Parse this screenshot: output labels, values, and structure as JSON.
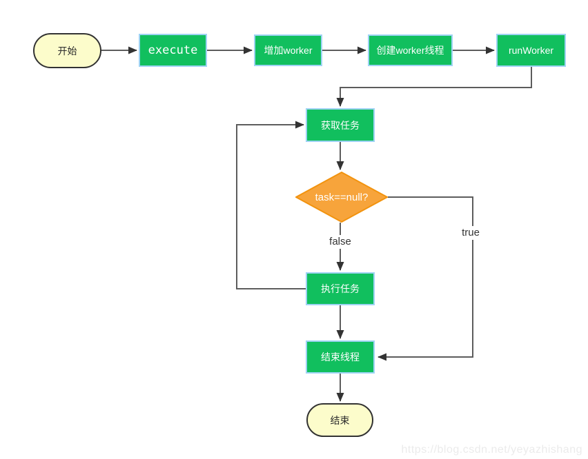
{
  "diagram": {
    "title": "thread-pool-execute-flowchart",
    "nodes": {
      "start": {
        "label": "开始",
        "shape": "terminator"
      },
      "execute": {
        "label": "execute",
        "shape": "process"
      },
      "add_worker": {
        "label": "增加worker",
        "shape": "process"
      },
      "create_worker_thread": {
        "label": "创建worker线程",
        "shape": "process"
      },
      "run_worker": {
        "label": "runWorker",
        "shape": "process"
      },
      "get_task": {
        "label": "获取任务",
        "shape": "process"
      },
      "task_null_check": {
        "label": "task==null?",
        "shape": "decision"
      },
      "execute_task": {
        "label": "执行任务",
        "shape": "process"
      },
      "end_thread": {
        "label": "结束线程",
        "shape": "process"
      },
      "end": {
        "label": "结束",
        "shape": "terminator"
      }
    },
    "edge_labels": {
      "false_label": "false",
      "true_label": "true"
    },
    "flow": [
      "start -> execute -> add_worker -> create_worker_thread -> run_worker -> get_task -> task_null_check",
      "task_null_check -false-> execute_task -> get_task (loop)",
      "task_null_check -true-> end_thread",
      "execute_task -> end_thread -> end"
    ]
  },
  "watermark": {
    "text": "https://blog.csdn.net/yeyazhishang"
  },
  "colors": {
    "process_fill": "#11BF5E",
    "process_border": "#9FD3F4",
    "terminator_fill": "#FCFCCB",
    "terminator_border": "#323232",
    "decision_fill": "#F7A43B",
    "decision_border": "#F2930E",
    "line_color": "#5C5C5C",
    "arrow_color": "#333333",
    "watermark_color": "#EBEBEB"
  }
}
